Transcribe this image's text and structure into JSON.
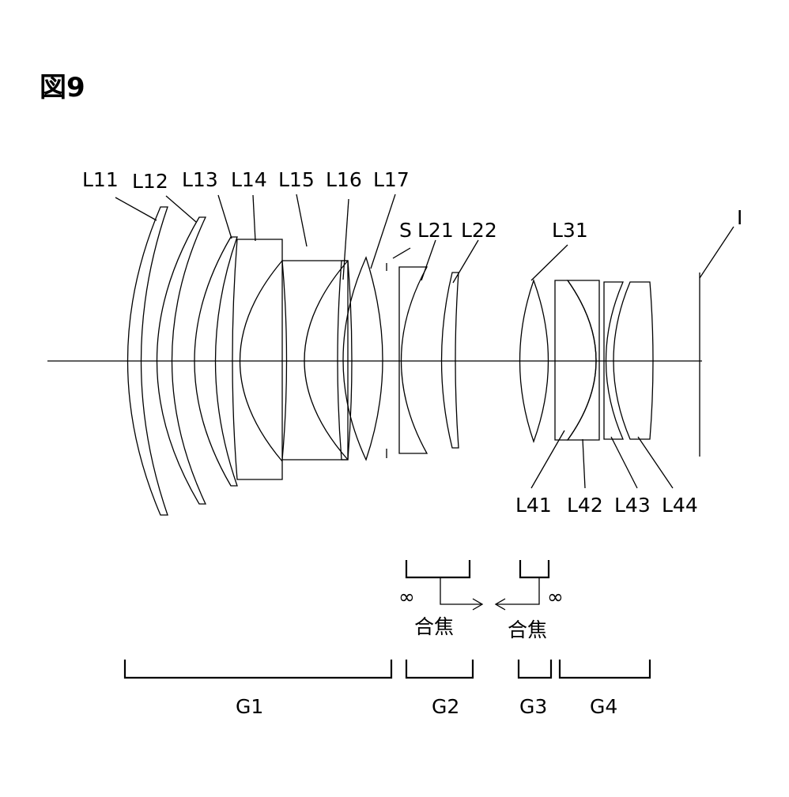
{
  "figure": {
    "title": "図9"
  },
  "lens_labels": {
    "L11": "L11",
    "L12": "L12",
    "L13": "L13",
    "L14": "L14",
    "L15": "L15",
    "L16": "L16",
    "L17": "L17",
    "S": "S",
    "L21": "L21",
    "L22": "L22",
    "L31": "L31",
    "L41": "L41",
    "L42": "L42",
    "L43": "L43",
    "L44": "L44",
    "I": "I"
  },
  "groups": {
    "G1": "G1",
    "G2": "G2",
    "G3": "G3",
    "G4": "G4"
  },
  "focus": {
    "infinity_symbol": "∞",
    "focus_label": "合焦"
  }
}
